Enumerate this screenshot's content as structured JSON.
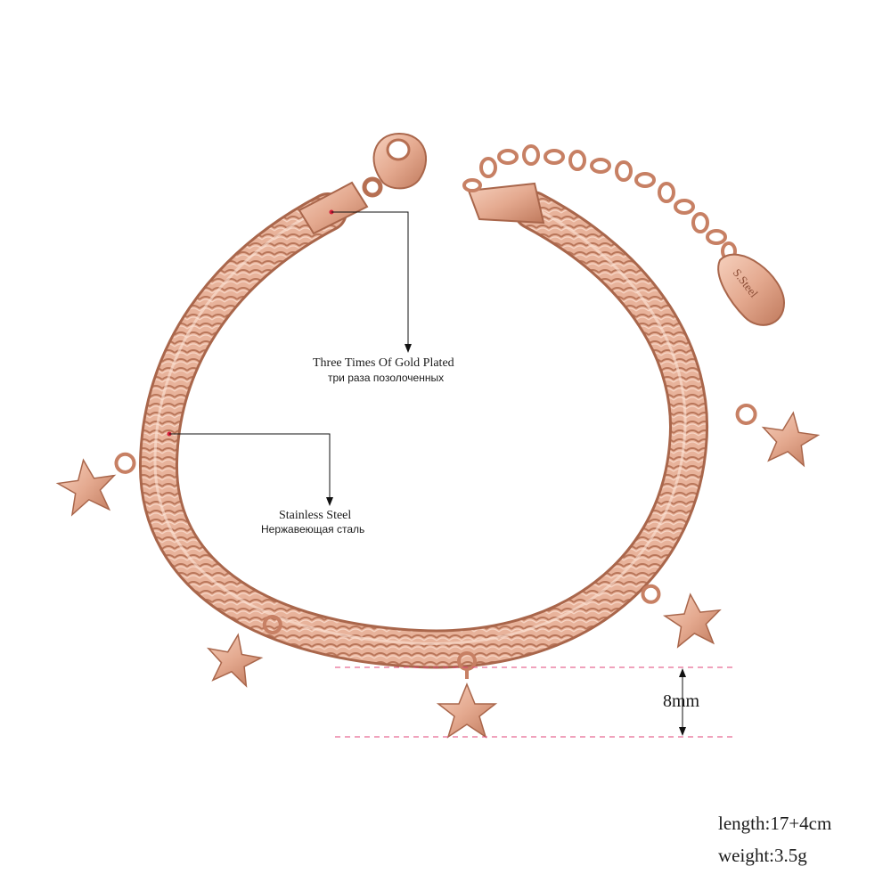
{
  "product": {
    "name": "rose gold herringbone snake chain bracelet with star charms",
    "colors": {
      "rose_gold": "#e4a98f",
      "rose_gold_dark": "#b66f52",
      "rose_gold_light": "#f6d0bd",
      "callout_line": "#111111",
      "callout_dot": "#d61f3a",
      "dashed_line": "#e0457a"
    },
    "tag_text": "S.Steel"
  },
  "callouts": {
    "plating": {
      "en": "Three Times Of Gold Plated",
      "ru": "три раза позолоченных"
    },
    "material": {
      "en": "Stainless Steel",
      "ru": "Нержавеющая сталь"
    },
    "charm_size": "8mm"
  },
  "specs": {
    "length": "length:17+4cm",
    "weight": "weight:3.5g"
  }
}
